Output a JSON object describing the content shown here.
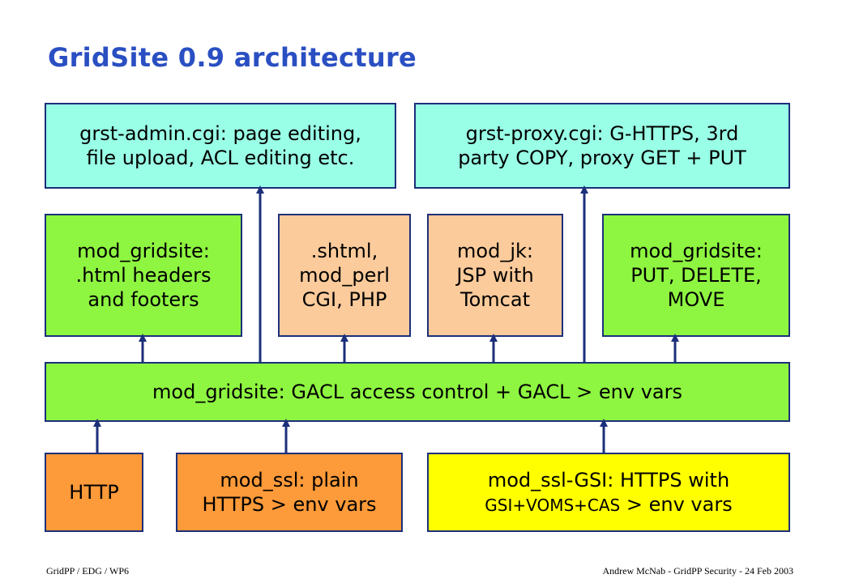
{
  "title": "GridSite 0.9 architecture",
  "boxes": {
    "admin_cgi": {
      "line1": "grst-admin.cgi: page editing,",
      "line2": "file upload, ACL editing etc."
    },
    "proxy_cgi": {
      "line1": "grst-proxy.cgi: G-HTTPS, 3rd",
      "line2": "party COPY, proxy GET + PUT"
    },
    "gridsite_html": {
      "line1": "mod_gridsite:",
      "line2": ".html headers",
      "line3": "and footers"
    },
    "shtml": {
      "line1": ".shtml,",
      "line2": "mod_perl",
      "line3": "CGI, PHP"
    },
    "mod_jk": {
      "line1": "mod_jk:",
      "line2": "JSP with",
      "line3": "Tomcat"
    },
    "gridsite_put": {
      "line1": "mod_gridsite:",
      "line2": "PUT, DELETE,",
      "line3": "MOVE"
    },
    "gacl": {
      "line1": "mod_gridsite: GACL access control + GACL > env vars"
    },
    "http": {
      "line1": "HTTP"
    },
    "mod_ssl": {
      "line1": "mod_ssl: plain",
      "line2": "HTTPS > env vars"
    },
    "mod_ssl_gsi": {
      "line1": "mod_ssl-GSI: HTTPS with",
      "line2a": "GSI+VOMS+CAS",
      "line2b": " > env vars"
    }
  },
  "footer": {
    "left": "GridPP / EDG / WP6",
    "right": "Andrew McNab - GridPP Security - 24 Feb 2003"
  },
  "colors": {
    "title": "#2a4fc2",
    "border": "#1c2f7a",
    "cyan": "#99ffe6",
    "green": "#8ef541",
    "peach": "#fccb9b",
    "orange": "#fd9a39",
    "yellow": "#ffff00"
  }
}
